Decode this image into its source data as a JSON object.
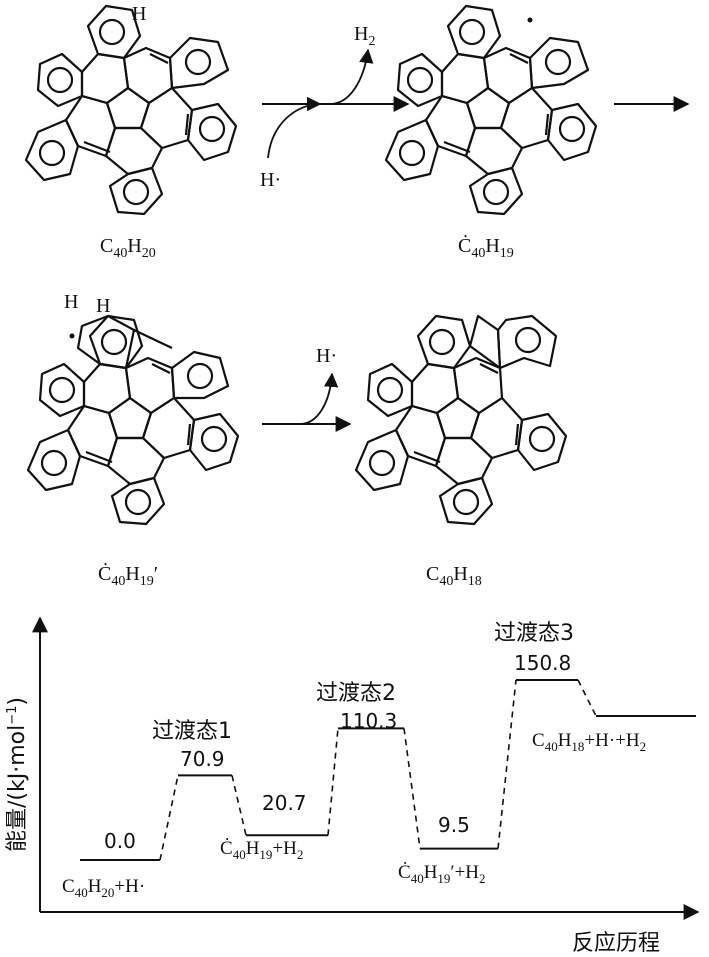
{
  "scheme": {
    "molecules": [
      {
        "id": "m1",
        "label_main": "C",
        "label_sub1": "40",
        "label_mid": "H",
        "label_sub2": "20",
        "label_tail": ""
      },
      {
        "id": "m2",
        "label_main": "Ċ",
        "label_sub1": "40",
        "label_mid": "H",
        "label_sub2": "19",
        "label_tail": ""
      },
      {
        "id": "m3",
        "label_main": "Ċ",
        "label_sub1": "40",
        "label_mid": "H",
        "label_sub2": "19",
        "label_tail": "′"
      },
      {
        "id": "m4",
        "label_main": "C",
        "label_sub1": "40",
        "label_mid": "H",
        "label_sub2": "18",
        "label_tail": ""
      }
    ],
    "atom_labels": {
      "h_top": "H",
      "h_pair_left": "H",
      "h_pair_right": "H"
    },
    "arrow1": {
      "reactant": "H·",
      "product_main": "H",
      "product_sub": "2"
    },
    "arrow3": {
      "product": "H·"
    }
  },
  "energy_diagram": {
    "y_axis_label": "能量/(kJ·mol",
    "y_axis_unit_sup": "−1",
    "y_axis_label_close": ")",
    "x_axis_label": "反应历程",
    "states": [
      {
        "name": "initial",
        "value": "0.0",
        "energy": 0.0,
        "label_main": "C",
        "label_sub1": "40",
        "label_mid": "H",
        "label_sub2": "20",
        "label_tail": "+H·",
        "ts_label": ""
      },
      {
        "name": "ts1",
        "value": "70.9",
        "energy": 70.9,
        "ts_label": "过渡态1"
      },
      {
        "name": "int1",
        "value": "20.7",
        "energy": 20.7,
        "label_main": "Ċ",
        "label_sub1": "40",
        "label_mid": "H",
        "label_sub2": "19",
        "label_tail": "+H",
        "label_sub3": "2",
        "ts_label": ""
      },
      {
        "name": "ts2",
        "value": "110.3",
        "energy": 110.3,
        "ts_label": "过渡态2"
      },
      {
        "name": "int2",
        "value": "9.5",
        "energy": 9.5,
        "label_main": "Ċ",
        "label_sub1": "40",
        "label_mid": "H",
        "label_sub2": "19",
        "label_tail": "′+H",
        "label_sub3": "2",
        "ts_label": ""
      },
      {
        "name": "ts3",
        "value": "150.8",
        "energy": 150.8,
        "ts_label": "过渡态3"
      },
      {
        "name": "final",
        "value": "",
        "label_main": "C",
        "label_sub1": "40",
        "label_mid": "H",
        "label_sub2": "18",
        "label_tail": "+H·+H",
        "label_sub3": "2",
        "ts_label": ""
      }
    ]
  }
}
